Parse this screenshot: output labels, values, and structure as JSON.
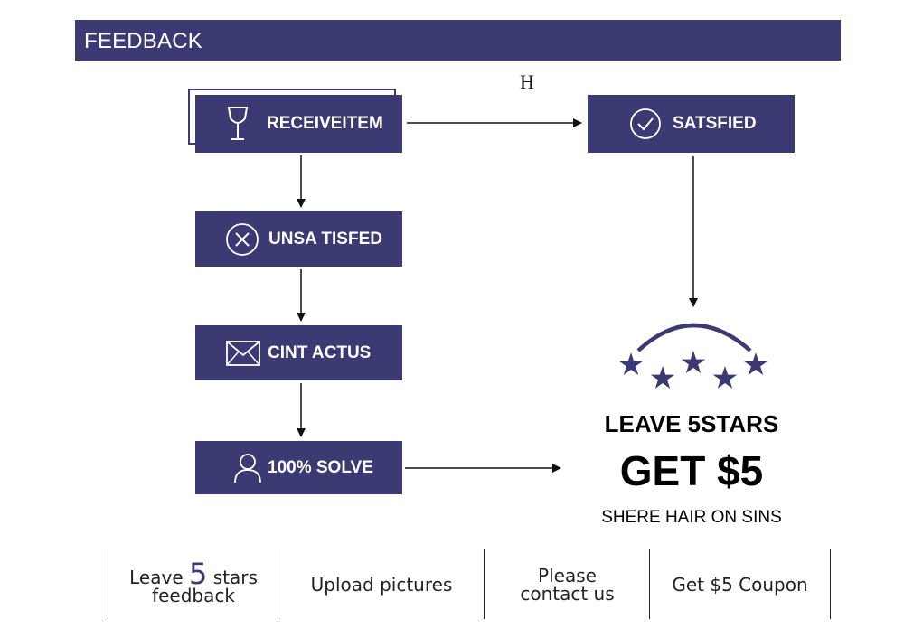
{
  "header": {
    "title": "FEEDBACK"
  },
  "stray_mark": "H",
  "flow": {
    "receive": {
      "label": "RECEIVEITEM",
      "icon": "wine-glass-icon"
    },
    "satisfied": {
      "label": "SATSFIED",
      "icon": "check-circle-icon"
    },
    "unsatisfied": {
      "label": "UNSA TISFED",
      "icon": "x-circle-icon"
    },
    "contact": {
      "label": "CINT ACTUS",
      "icon": "envelope-icon"
    },
    "solve": {
      "label": "100% SOLVE",
      "icon": "user-icon"
    }
  },
  "reward": {
    "star_count": 5,
    "line1": "LEAVE 5STARS",
    "line2": "GET $5",
    "line3": "SHERE HAIR ON SINS"
  },
  "steps": {
    "step1_pre": "Leave",
    "step1_num": "5",
    "step1_post": "stars",
    "step1_line2": "feedback",
    "step2": "Upload pictures",
    "step3_line1": "Please",
    "step3_line2": "contact us",
    "step4": "Get $5 Coupon"
  },
  "colors": {
    "navy": "#3c3a72",
    "white": "#ffffff",
    "text": "#111111"
  }
}
